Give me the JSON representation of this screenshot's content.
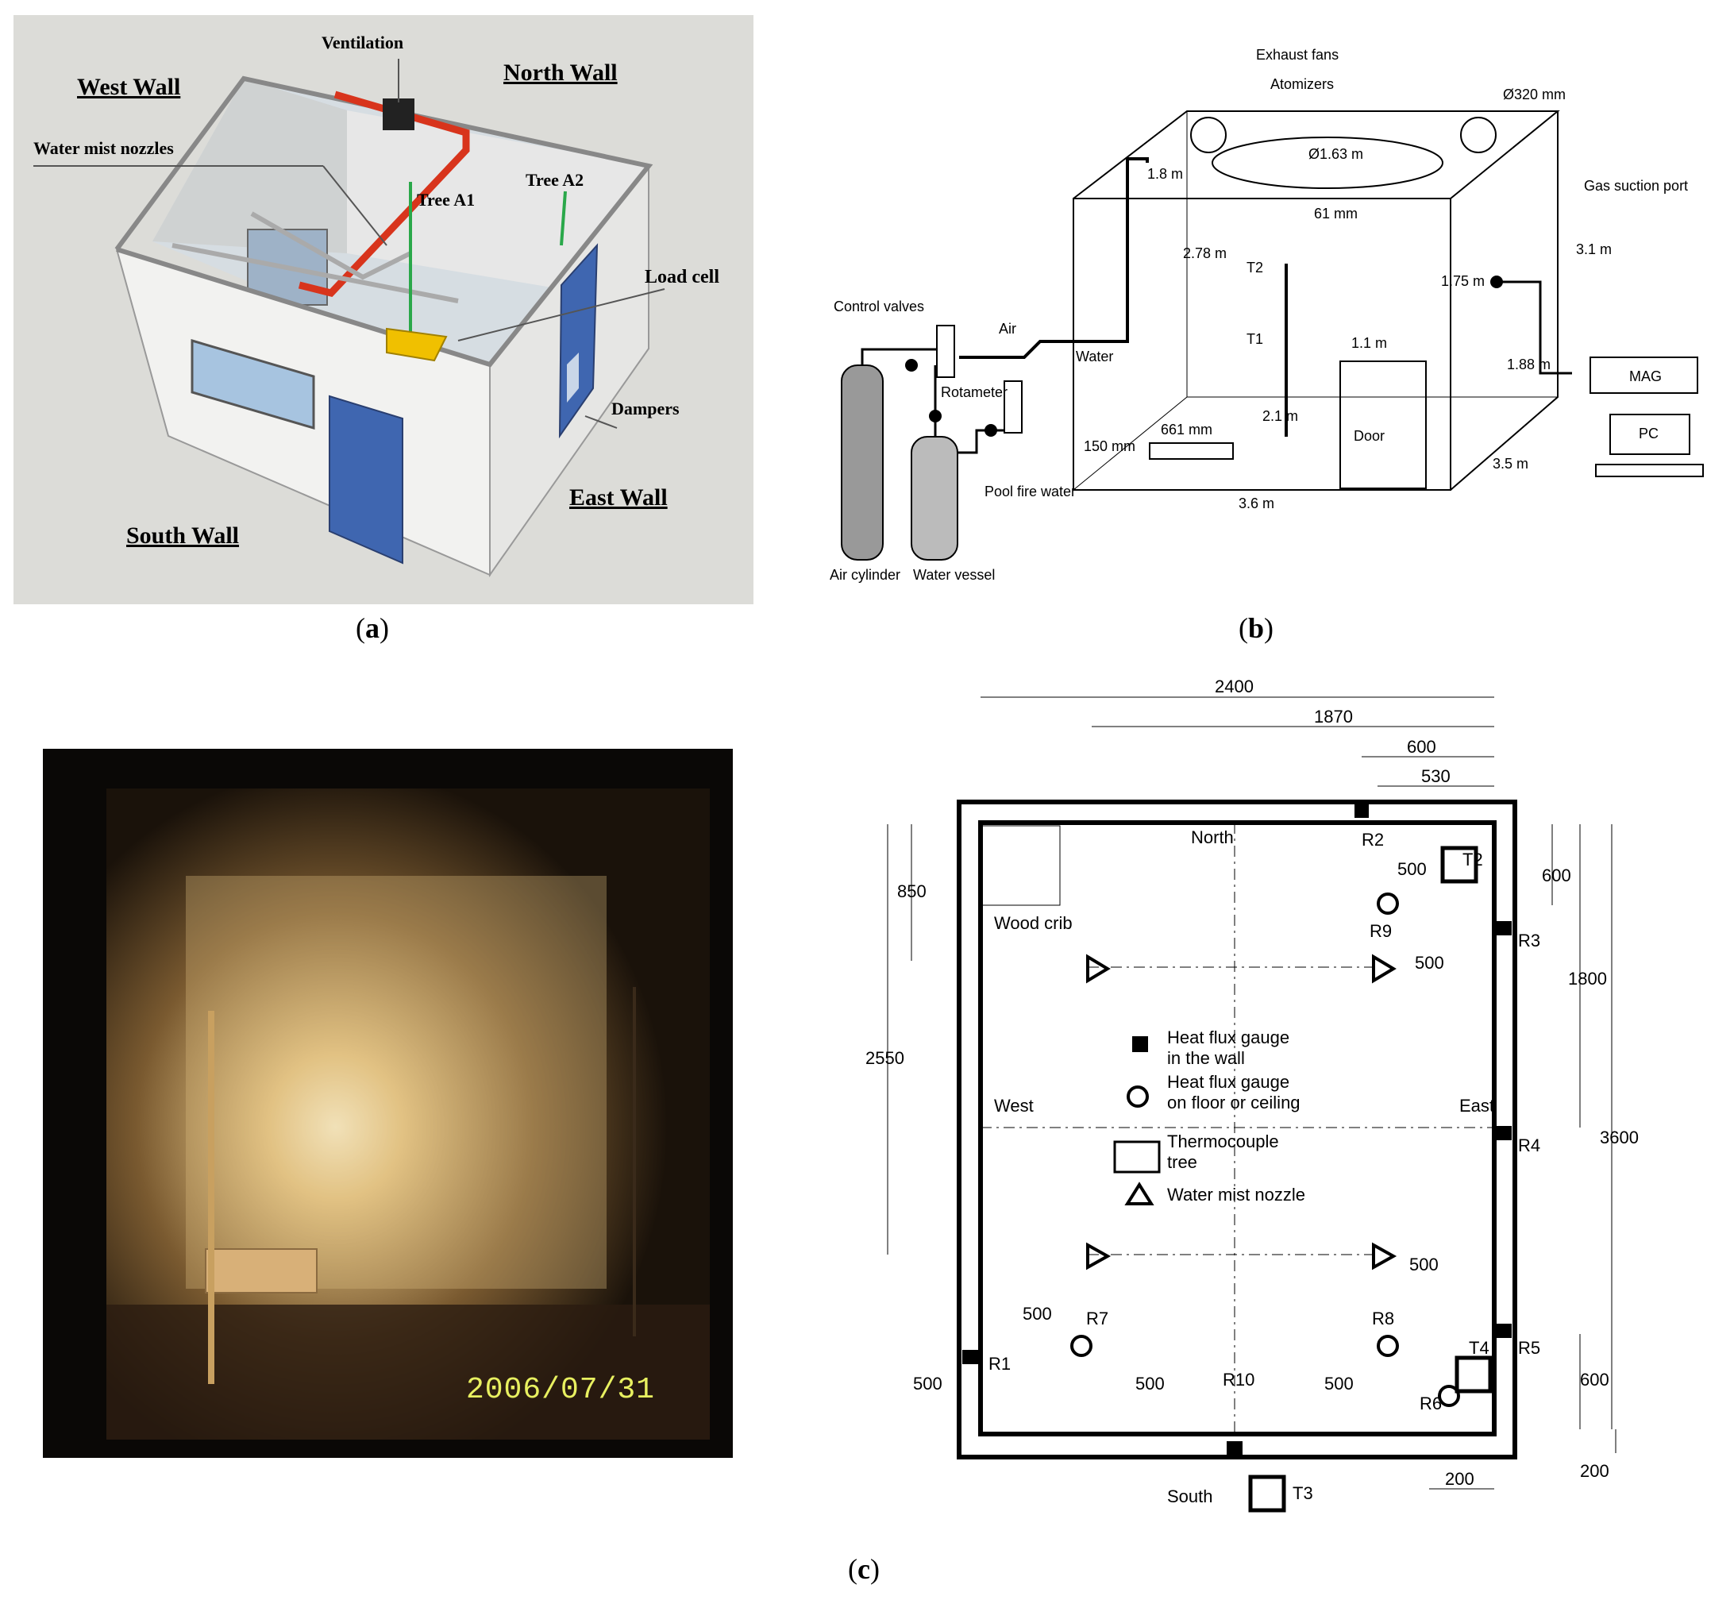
{
  "panel_a": {
    "labels": {
      "ventilation": "Ventilation",
      "north_wall": "North  Wall",
      "west_wall": "West Wall",
      "water_mist_nozzles": "Water mist nozzles",
      "tree_a2": "Tree A2",
      "tree_a1": "Tree A1",
      "load_cell": "Load cell",
      "dampers": "Dampers",
      "east_wall": "East Wall",
      "south_wall": "South Wall"
    },
    "caption": "a"
  },
  "panel_b": {
    "labels": {
      "exhaust_fans": "Exhaust fans",
      "atomizers": "Atomizers",
      "d320": "Ø320 mm",
      "d163": "Ø1.63 m",
      "m18": "1.8 m",
      "mm61": "61 mm",
      "gas_suction_port": "Gas suction port",
      "m31": "3.1 m",
      "m278": "2.78 m",
      "t2": "T2",
      "t1": "T1",
      "m175": "1.75 m",
      "control_valves": "Control valves",
      "air": "Air",
      "water": "Water",
      "m11": "1.1 m",
      "m188": "1.88 m",
      "mag": "MAG",
      "pc": "PC",
      "rotameter": "Rotameter",
      "m21": "2.1 m",
      "mm661": "661 mm",
      "mm150": "150 mm",
      "door": "Door",
      "pool_fire_water": "Pool fire water",
      "m36": "3.6 m",
      "m35": "3.5 m",
      "air_cylinder": "Air cylinder",
      "water_vessel": "Water vessel"
    },
    "caption": "b"
  },
  "panel_c": {
    "photo_date": "2006/07/31",
    "dims": {
      "d2400": "2400",
      "d1870": "1870",
      "d600top": "600",
      "d530": "530",
      "d850": "850",
      "d2550": "2550",
      "d500a": "500",
      "d500b": "500",
      "d600r": "600",
      "d1800": "1800",
      "d3600": "3600",
      "d500c": "500",
      "d500d": "500",
      "d500e": "500",
      "d500f": "500",
      "d500g": "500",
      "d600b": "600",
      "d200a": "200",
      "d200b": "200"
    },
    "labels": {
      "north": "North",
      "south": "South",
      "east": "East",
      "west": "West",
      "wood_crib": "Wood crib",
      "r1": "R1",
      "r2": "R2",
      "r3": "R3",
      "r4": "R4",
      "r5": "R5",
      "r6": "R6",
      "r7": "R7",
      "r8": "R8",
      "r9": "R9",
      "r10": "R10",
      "t2": "T2",
      "t3": "T3",
      "t4": "T4"
    },
    "legend": {
      "hf_wall_1": "Heat flux gauge",
      "hf_wall_2": "in the wall",
      "hf_floor_1": "Heat flux gauge",
      "hf_floor_2": "on floor or ceiling",
      "tc_1": "Thermocouple",
      "tc_2": "tree",
      "nozzle": "Water mist nozzle"
    },
    "caption": "c"
  },
  "colors": {
    "panel_a_bg": "#dcdcd8",
    "wall": "#f2f2f0",
    "pipe": "#d8341c",
    "door_blue": "#3f66b0",
    "tree_green": "#2aa84a",
    "load_cell": "#f0c000"
  }
}
